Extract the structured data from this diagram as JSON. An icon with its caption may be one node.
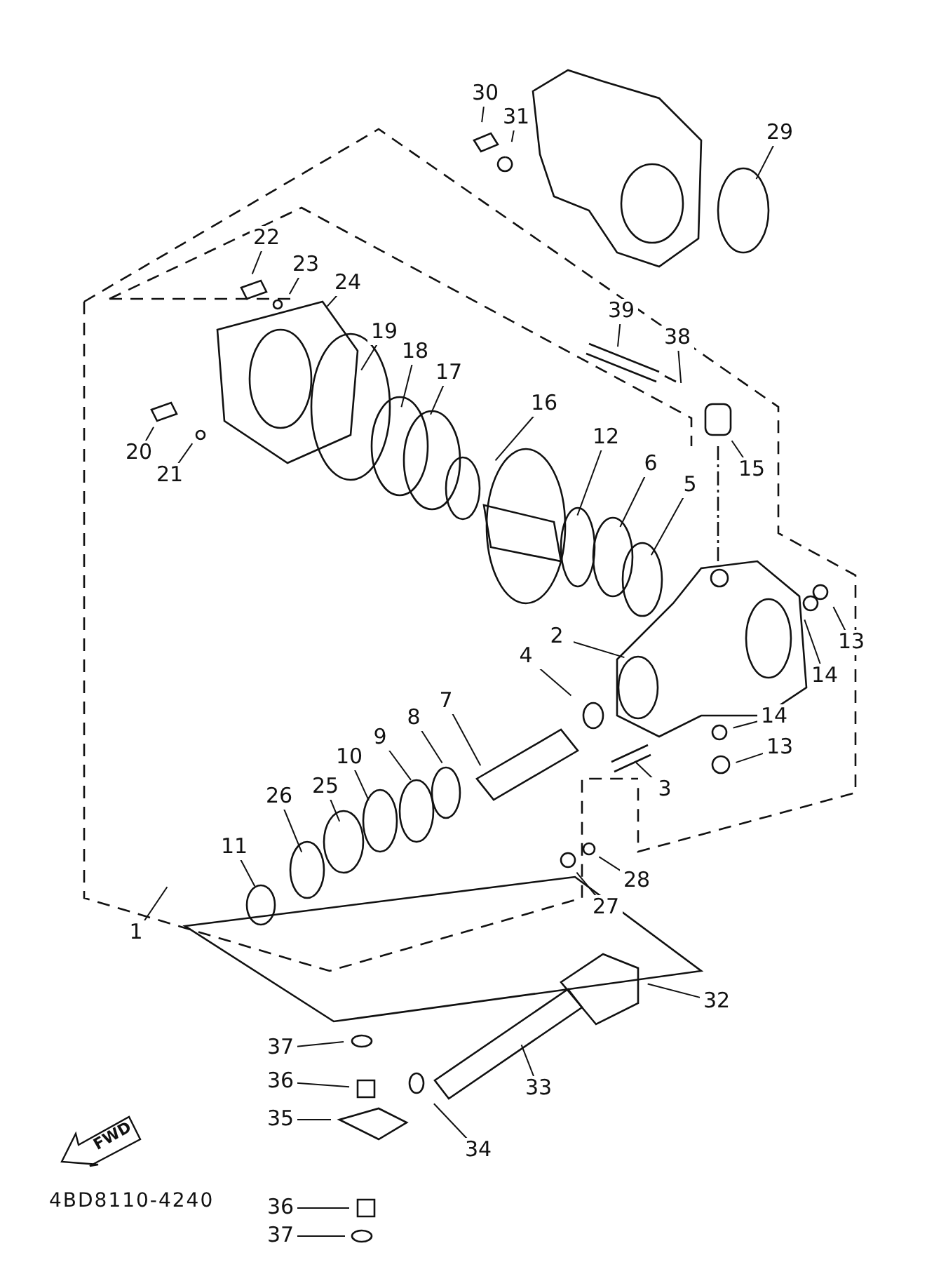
{
  "diagram": {
    "nodes": [
      {
        "text": [
          "30"
        ]
      },
      {
        "text": [
          "31"
        ]
      },
      {
        "text": [
          "29"
        ]
      },
      {
        "text": [
          "22"
        ]
      },
      {
        "text": [
          "23"
        ]
      },
      {
        "text": [
          "24"
        ]
      },
      {
        "text": [
          "39"
        ]
      },
      {
        "text": [
          "19"
        ]
      },
      {
        "text": [
          "38"
        ]
      },
      {
        "text": [
          "18"
        ]
      },
      {
        "text": [
          "17"
        ]
      },
      {
        "text": [
          "20"
        ]
      },
      {
        "text": [
          "16"
        ]
      },
      {
        "text": [
          "12"
        ]
      },
      {
        "text": [
          "21"
        ]
      },
      {
        "text": [
          "6"
        ]
      },
      {
        "text": [
          "15"
        ]
      },
      {
        "text": [
          "5"
        ]
      },
      {
        "text": [
          "2"
        ]
      },
      {
        "text": [
          "13"
        ]
      },
      {
        "text": [
          "4"
        ]
      },
      {
        "text": [
          "14"
        ]
      },
      {
        "text": [
          "7"
        ]
      },
      {
        "text": [
          "14"
        ]
      },
      {
        "text": [
          "8"
        ]
      },
      {
        "text": [
          "9"
        ]
      },
      {
        "text": [
          "13"
        ]
      },
      {
        "text": [
          "10"
        ]
      },
      {
        "text": [
          "25"
        ]
      },
      {
        "text": [
          "3"
        ]
      },
      {
        "text": [
          "26"
        ]
      },
      {
        "text": [
          "11"
        ]
      },
      {
        "text": [
          "28"
        ]
      },
      {
        "text": [
          "27"
        ]
      },
      {
        "text": [
          "1"
        ]
      },
      {
        "text": [
          "32"
        ]
      },
      {
        "text": [
          "37"
        ]
      },
      {
        "text": [
          "36"
        ]
      },
      {
        "text": [
          "33"
        ]
      },
      {
        "text": [
          "35"
        ]
      },
      {
        "text": [
          "34"
        ]
      },
      {
        "text": [
          "36"
        ]
      },
      {
        "text": [
          "37"
        ]
      },
      {
        "text": [
          "FWD"
        ]
      }
    ],
    "edges": [
      {
        "from": 0,
        "to": null,
        "arrow": "none"
      },
      {
        "from": 1,
        "to": null,
        "arrow": "none"
      },
      {
        "from": 2,
        "to": null,
        "arrow": "none"
      },
      {
        "from": 3,
        "to": null,
        "arrow": "none"
      },
      {
        "from": 4,
        "to": null,
        "arrow": "none"
      },
      {
        "from": 5,
        "to": null,
        "arrow": "none"
      },
      {
        "from": 6,
        "to": null,
        "arrow": "none"
      },
      {
        "from": 7,
        "to": null,
        "arrow": "none"
      },
      {
        "from": 8,
        "to": null,
        "arrow": "none"
      },
      {
        "from": 9,
        "to": null,
        "arrow": "none"
      },
      {
        "from": 10,
        "to": null,
        "arrow": "none"
      },
      {
        "from": 11,
        "to": null,
        "arrow": "none"
      },
      {
        "from": 12,
        "to": null,
        "arrow": "none"
      },
      {
        "from": 13,
        "to": null,
        "arrow": "none"
      },
      {
        "from": 14,
        "to": null,
        "arrow": "none"
      },
      {
        "from": 15,
        "to": null,
        "arrow": "none"
      },
      {
        "from": 16,
        "to": null,
        "arrow": "none"
      },
      {
        "from": 17,
        "to": null,
        "arrow": "none"
      },
      {
        "from": 18,
        "to": null,
        "arrow": "none"
      },
      {
        "from": 19,
        "to": null,
        "arrow": "none"
      },
      {
        "from": 20,
        "to": null,
        "arrow": "none"
      },
      {
        "from": 21,
        "to": null,
        "arrow": "none"
      },
      {
        "from": 22,
        "to": null,
        "arrow": "none"
      },
      {
        "from": 23,
        "to": null,
        "arrow": "none"
      },
      {
        "from": 24,
        "to": null,
        "arrow": "none"
      },
      {
        "from": 25,
        "to": null,
        "arrow": "none"
      },
      {
        "from": 26,
        "to": null,
        "arrow": "none"
      },
      {
        "from": 27,
        "to": null,
        "arrow": "none"
      },
      {
        "from": 28,
        "to": null,
        "arrow": "none"
      },
      {
        "from": 29,
        "to": null,
        "arrow": "none"
      },
      {
        "from": 30,
        "to": null,
        "arrow": "none"
      },
      {
        "from": 31,
        "to": null,
        "arrow": "none"
      },
      {
        "from": 32,
        "to": null,
        "arrow": "none"
      },
      {
        "from": 33,
        "to": null,
        "arrow": "none"
      },
      {
        "from": 34,
        "to": null,
        "arrow": "none"
      },
      {
        "from": 35,
        "to": null,
        "arrow": "none"
      },
      {
        "from": 36,
        "to": null,
        "arrow": "none"
      },
      {
        "from": 37,
        "to": null,
        "arrow": "none"
      },
      {
        "from": 38,
        "to": null,
        "arrow": "none"
      },
      {
        "from": 39,
        "to": null,
        "arrow": "none"
      },
      {
        "from": 40,
        "to": null,
        "arrow": "none"
      },
      {
        "from": 41,
        "to": null,
        "arrow": "none"
      },
      {
        "from": 42,
        "to": null,
        "arrow": "none"
      }
    ],
    "labels": [
      "4BD8110-4240"
    ]
  }
}
